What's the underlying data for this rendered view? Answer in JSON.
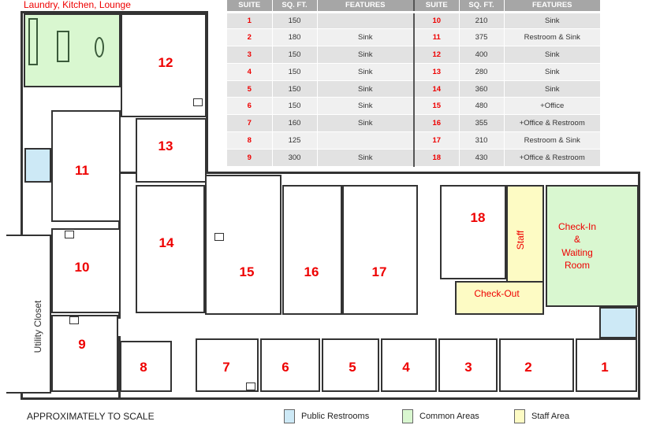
{
  "title": "Laundry, Kitchen, Lounge",
  "table": {
    "headers": [
      "SUITE",
      "SQ. FT.",
      "FEATURES",
      "SUITE",
      "SQ. FT.",
      "FEATURES"
    ],
    "rows": [
      [
        "1",
        "150",
        "",
        "10",
        "210",
        "Sink"
      ],
      [
        "2",
        "180",
        "Sink",
        "11",
        "375",
        "Restroom & Sink"
      ],
      [
        "3",
        "150",
        "Sink",
        "12",
        "400",
        "Sink"
      ],
      [
        "4",
        "150",
        "Sink",
        "13",
        "280",
        "Sink"
      ],
      [
        "5",
        "150",
        "Sink",
        "14",
        "360",
        "Sink"
      ],
      [
        "6",
        "150",
        "Sink",
        "15",
        "480",
        "+Office"
      ],
      [
        "7",
        "160",
        "Sink",
        "16",
        "355",
        "+Office & Restroom"
      ],
      [
        "8",
        "125",
        "",
        "17",
        "310",
        "Restroom & Sink"
      ],
      [
        "9",
        "300",
        "Sink",
        "18",
        "430",
        "+Office & Restroom"
      ]
    ]
  },
  "rooms": {
    "r1": "1",
    "r2": "2",
    "r3": "3",
    "r4": "4",
    "r5": "5",
    "r6": "6",
    "r7": "7",
    "r8": "8",
    "r9": "9",
    "r10": "10",
    "r11": "11",
    "r12": "12",
    "r13": "13",
    "r14": "14",
    "r15": "15",
    "r16": "16",
    "r17": "17",
    "r18": "18"
  },
  "areas": {
    "staff": "Staff",
    "checkout": "Check-Out",
    "checkin1": "Check-In",
    "checkin2": "&",
    "checkin3": "Waiting",
    "checkin4": "Room",
    "utility": "Utility Closet"
  },
  "footer": {
    "scale": "APPROXIMATELY TO SCALE",
    "legend": [
      "Public Restrooms",
      "Common Areas",
      "Staff Area"
    ]
  },
  "colors": {
    "restroom": "#cde9f6",
    "common": "#d9f7d0",
    "staff": "#fdfbc4",
    "suite": "#ee0000"
  }
}
